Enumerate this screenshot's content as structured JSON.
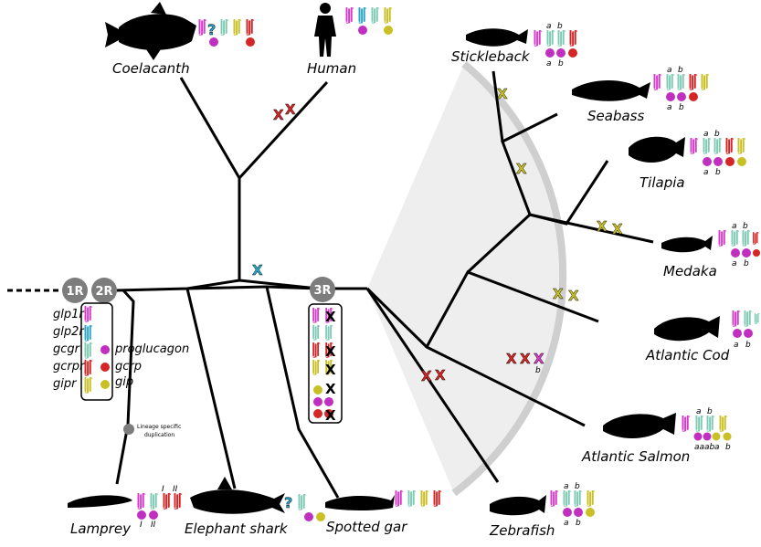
{
  "colors": {
    "glp1r": "#d63cc9",
    "glp2r": "#2aa6c8",
    "gcgr": "#7ecab4",
    "gcrpr": "#d42626",
    "gipr": "#c9c025",
    "proglucagon": "#c02fc0",
    "gcrp": "#d42626",
    "gip": "#c9c025",
    "node": "#7d7d7d",
    "sector": "#eeeeee"
  },
  "duplications": {
    "r1": "1R",
    "r2": "2R",
    "r3": "3R",
    "lineage": [
      "Lineage specific",
      "duplication"
    ]
  },
  "legend": {
    "receptors": [
      "glp1r",
      "glp2r",
      "gcgr",
      "gcrpr",
      "gipr"
    ],
    "ligands": [
      "proglucagon",
      "gcrp",
      "gip"
    ]
  },
  "species": {
    "coelacanth": "Coelacanth",
    "human": "Human",
    "lamprey": "Lamprey",
    "elephant_shark": "Elephant shark",
    "spotted_gar": "Spotted gar",
    "stickleback": "Stickleback",
    "seabass": "Seabass",
    "tilapia": "Tilapia",
    "medaka": "Medaka",
    "atlantic_cod": "Atlantic Cod",
    "atlantic_salmon": "Atlantic Salmon",
    "zebrafish": "Zebrafish"
  },
  "marks": {
    "loss": "X",
    "unknown": "?",
    "a": "a",
    "b": "b",
    "aaab": "aaab",
    "I": "I",
    "II": "II"
  }
}
